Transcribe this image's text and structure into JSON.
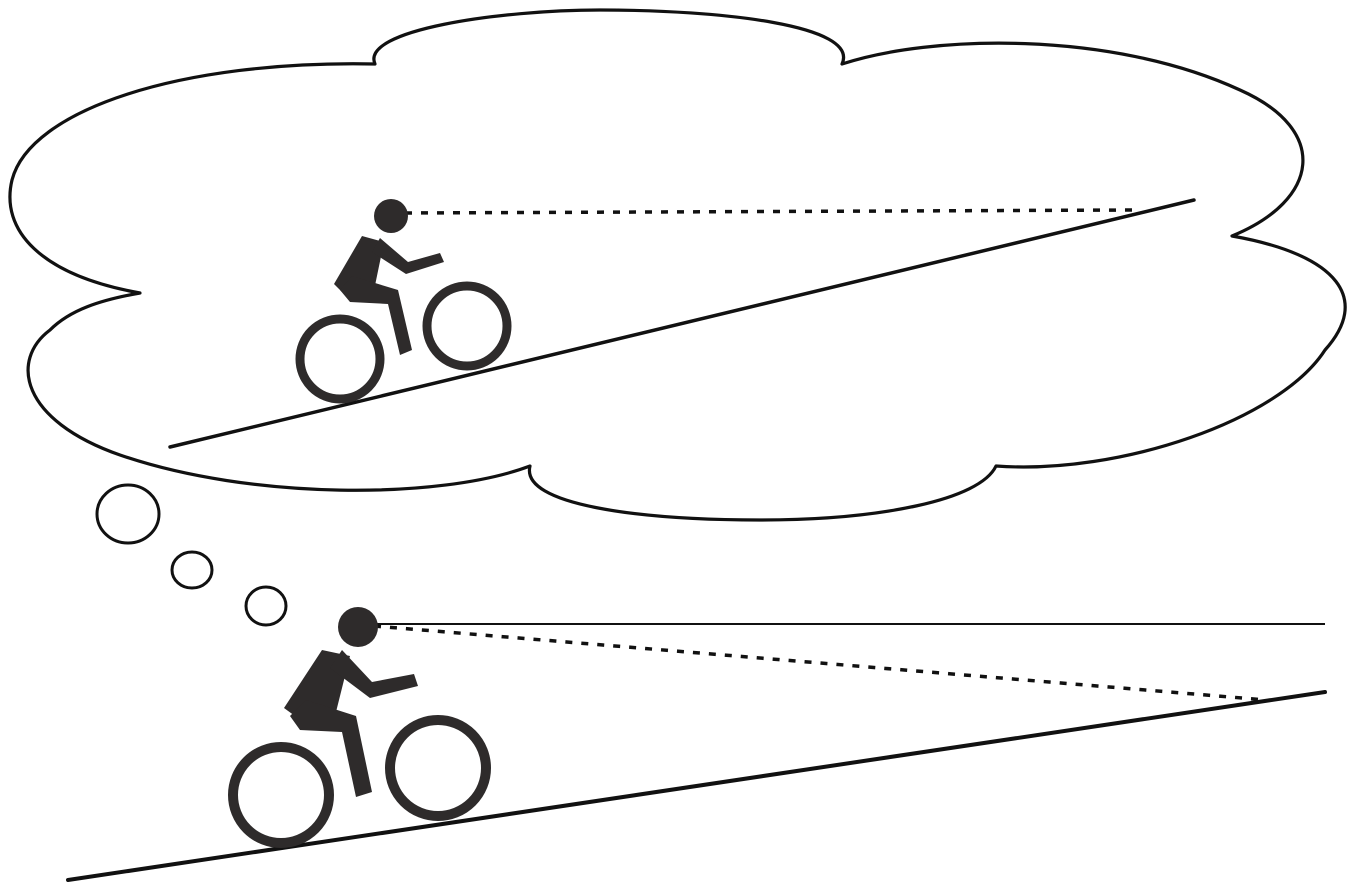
{
  "colors": {
    "background": "#ffffff",
    "outline": "#111111",
    "figure": "#2e2b2b"
  },
  "icons": {
    "thought_cloud": "thought-bubble-cloud",
    "cyclist": "cyclist-pictogram",
    "sight_line": "dashed-line-of-sight",
    "horizon": "horizontal-reference-line",
    "slope": "uphill-slope-line"
  },
  "scenes": [
    {
      "id": "imagined",
      "description_visible_text": ""
    },
    {
      "id": "actual",
      "description_visible_text": ""
    }
  ]
}
